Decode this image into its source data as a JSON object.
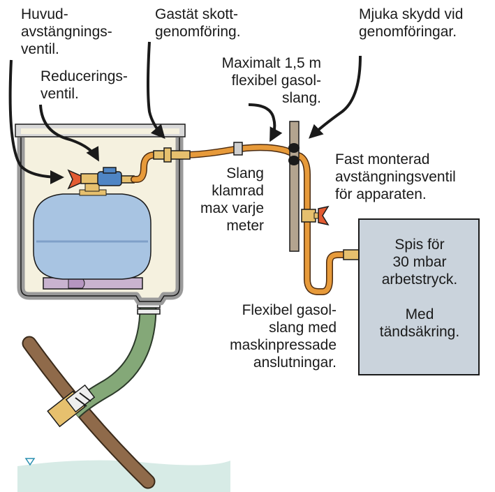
{
  "labels": {
    "main_valve": [
      "Huvud-",
      "avstängnings-",
      "ventil."
    ],
    "reducer": [
      "Reducerings-",
      "ventil."
    ],
    "bulkhead": [
      "Gastät skott-",
      "genomföring."
    ],
    "soft_guards": [
      "Mjuka skydd vid",
      "genomföringar."
    ],
    "max_hose": [
      "Maximalt 1,5 m",
      "flexibel gasol-",
      "slang."
    ],
    "clamped": [
      "Slang",
      "klamrad",
      "max varje",
      "meter"
    ],
    "fixed_valve": [
      "Fast monterad",
      "avstängningsventil",
      "för apparaten."
    ],
    "stove": [
      "Spis för",
      "30 mbar",
      "arbetstryck.",
      "",
      "Med",
      "tändsäkring."
    ],
    "flex_hose": [
      "Flexibel gasol-",
      "slang med",
      "maskinpressade",
      "anslutningar."
    ]
  },
  "colors": {
    "cabinet_fill": "#f5f1df",
    "cabinet_wall": "#a8a8a8",
    "tank": "#a8c4e2",
    "tank_base": "#c9b3cf",
    "gas_hose": "#e79a3a",
    "drain_hose": "#84a878",
    "stove": "#cad3dc",
    "post": "#b3a48f",
    "valve_red": "#e35b32",
    "brass": "#e6c06e",
    "regulator_blue": "#4f85c4",
    "water": "#d7ebe6",
    "pipe": "#8f6a4a"
  },
  "icons": [
    "water-level-triangle-icon"
  ]
}
